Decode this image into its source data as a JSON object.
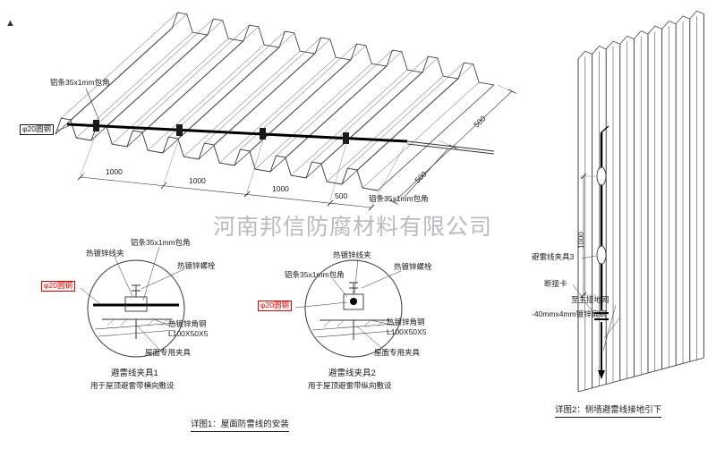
{
  "watermark": "河南邦信防腐材料有限公司",
  "corner_mark": "▲",
  "colors": {
    "label_red": "#d40000",
    "line": "#333333",
    "watermark_gray": "#8d9296"
  },
  "fig1": {
    "caption": "详图1：屋面防雷线的安装",
    "roof": {
      "label_alu_top": "铝条35x1mm包角",
      "label_alu_right": "铝条35x1mm包角",
      "label_rod": "φ20圆钢",
      "dim_1000_a": "1000",
      "dim_1000_b": "1000",
      "dim_1000_c": "1000",
      "dim_500": "500",
      "dim_500_right_a": "500",
      "dim_500_right_b": "500"
    },
    "detail1": {
      "label_clip": "热镀锌线夹",
      "label_alu": "铝条35x1mm包角",
      "label_bolt": "热镀锌螺栓",
      "label_rod": "φ20圆钢",
      "label_angle_line1": "热镀锌角钢",
      "label_angle_line2": "L100X50X5",
      "label_fixture": "屋面专用夹具",
      "title": "避雷线夹具1",
      "subtitle": "用于屋顶避雷带横向敷设"
    },
    "detail2": {
      "label_clip": "热镀锌线夹",
      "label_alu": "铝条35x1mm包角",
      "label_bolt": "热镀锌螺栓",
      "label_rod": "φ20圆钢",
      "label_angle_line1": "热镀锌角钢",
      "label_angle_line2": "L100X50X5",
      "label_fixture": "屋面专用夹具",
      "title": "避雷线夹具2",
      "subtitle": "用于屋顶避雷带纵向敷设"
    }
  },
  "fig2": {
    "caption": "详图2：侧墙避雷线接地引下",
    "dim_1000": "1000",
    "label_clamp": "避雷线夹具3",
    "label_disconnect": "断接卡",
    "label_to_ground": "至主接地网",
    "label_flat_steel": "-40mmx4mm镀锌扁钢"
  }
}
